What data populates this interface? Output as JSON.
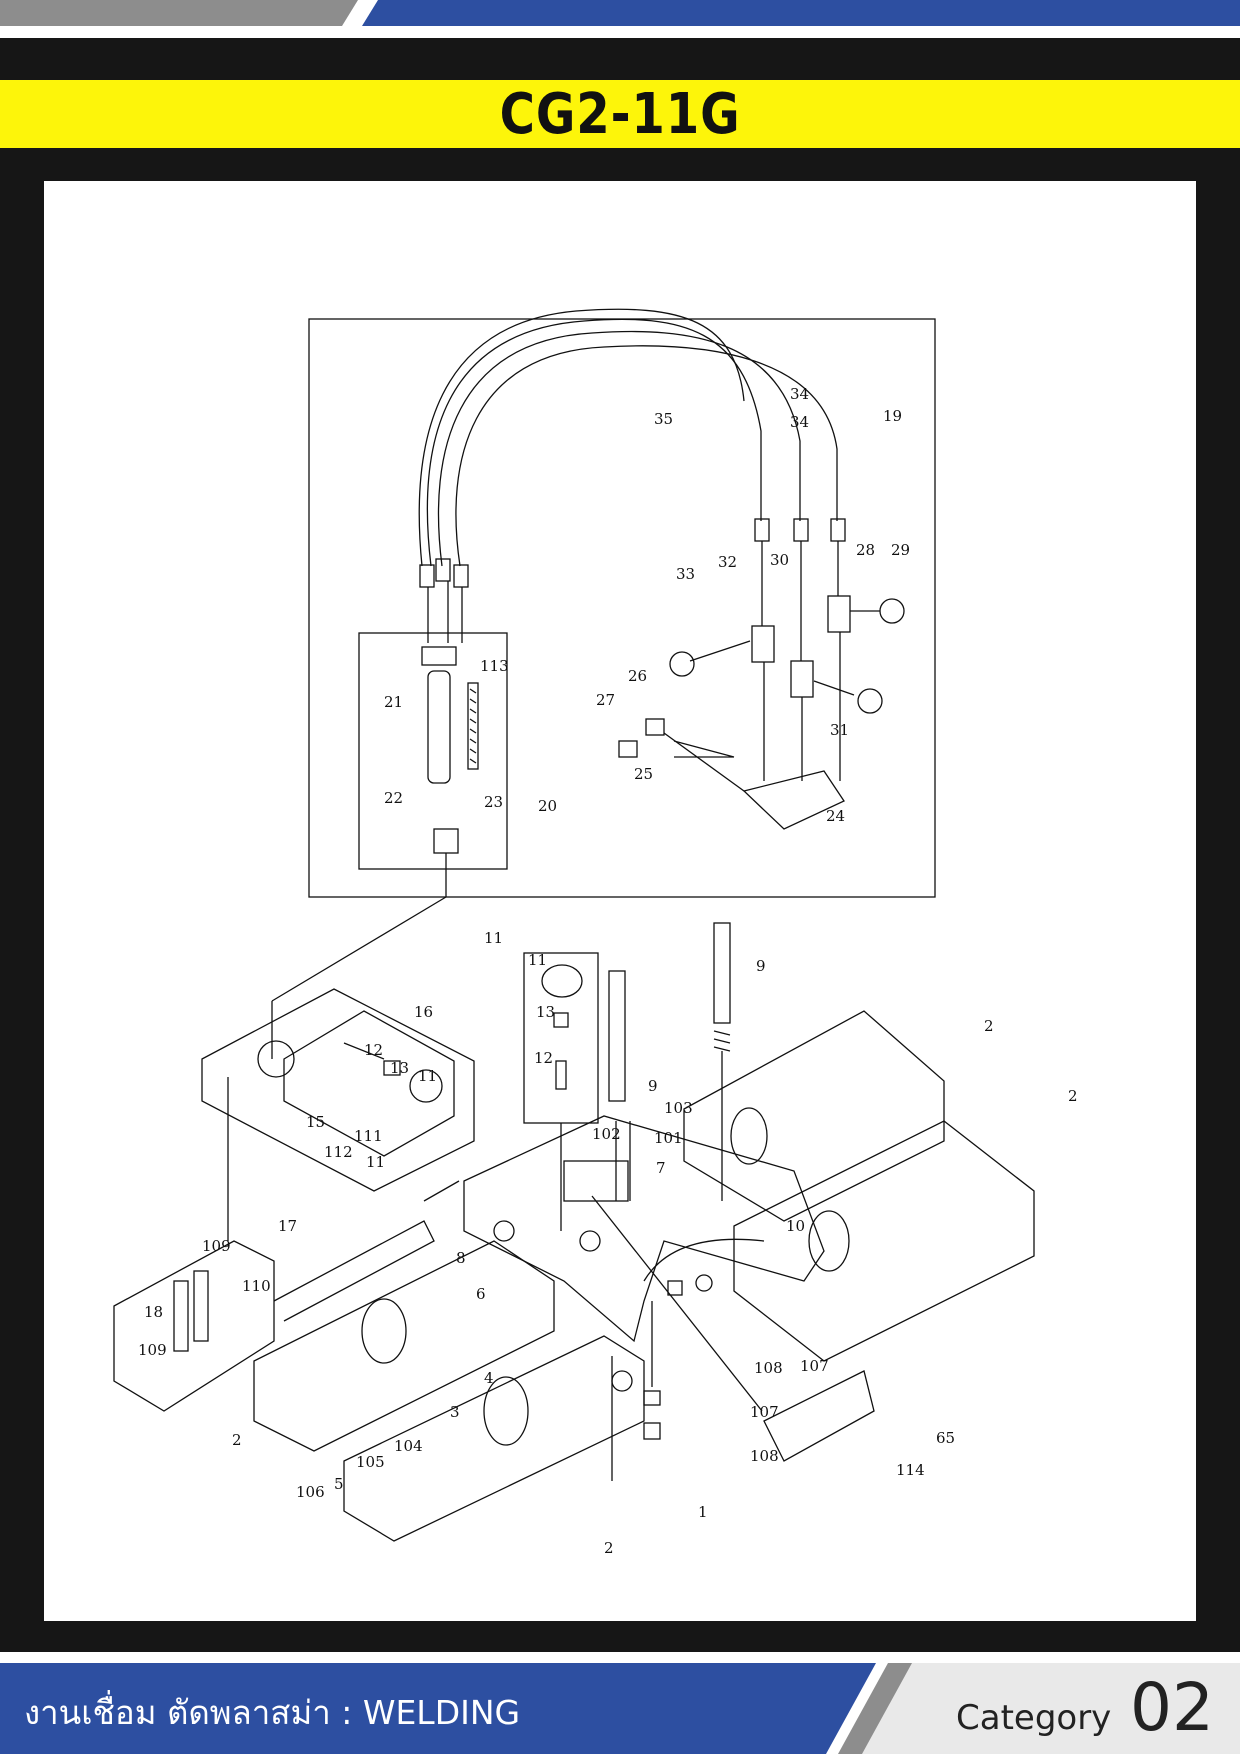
{
  "header": {
    "title": "CG2-11G"
  },
  "footer": {
    "section_text": "งานเชื่อม ตัดพลาสม่า : WELDING",
    "category_label": "Category",
    "category_number": "02"
  },
  "colors": {
    "yellow": "#fdf50a",
    "blue": "#2d4fa1",
    "dark": "#161616",
    "grey": "#8d8d8d"
  },
  "diagram": {
    "part_labels": [
      "34",
      "34",
      "35",
      "19",
      "32",
      "30",
      "28",
      "29",
      "33",
      "31",
      "26",
      "27",
      "25",
      "24",
      "113",
      "21",
      "20",
      "23",
      "22",
      "11",
      "11",
      "13",
      "12",
      "9",
      "9",
      "2",
      "2",
      "103",
      "102",
      "101",
      "7",
      "10",
      "16",
      "12",
      "13",
      "11",
      "15",
      "112",
      "111",
      "11",
      "17",
      "109",
      "110",
      "18",
      "109",
      "8",
      "6",
      "4",
      "3",
      "104",
      "105",
      "5",
      "106",
      "2",
      "1",
      "2",
      "108",
      "107",
      "107",
      "108",
      "65",
      "114"
    ]
  }
}
